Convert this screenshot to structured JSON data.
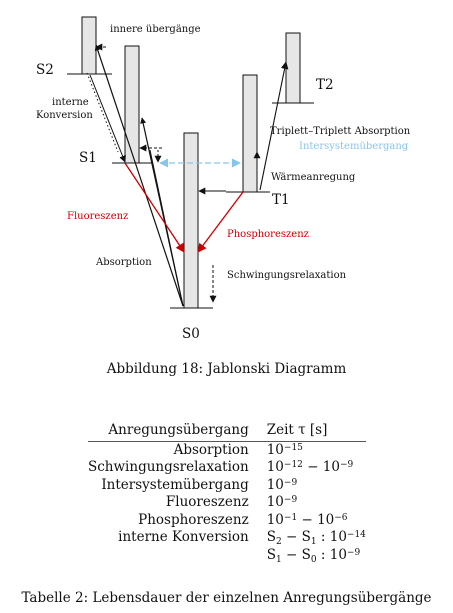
{
  "figure": {
    "caption": "Abbildung 18: Jablonski Diagramm",
    "states": {
      "s0": "S0",
      "s1": "S1",
      "s2": "S2",
      "t1": "T1",
      "t2": "T2"
    },
    "labels": {
      "innere": "innere übergänge",
      "interne_1": "interne",
      "interne_2": "Konversion",
      "triplett": "Triplett–Triplett Absorption",
      "intersystem": "Intersystemübergang",
      "waerme": "Wärmeanregung",
      "fluoreszenz": "Fluoreszenz",
      "phosphoreszenz": "Phosphoreszenz",
      "absorption": "Absorption",
      "schwingung": "Schwingungsrelaxation"
    },
    "colors": {
      "fluorescence": "#cc0000",
      "intersystem": "#87c6ec",
      "bar_fill": "#e6e6e6"
    }
  },
  "table": {
    "headers": [
      "Anregungsübergang",
      "Zeit τ [s]"
    ],
    "rows": [
      {
        "name": "Absorption",
        "time": [
          {
            "t": "10"
          },
          {
            "sup": "−15"
          }
        ]
      },
      {
        "name": "Schwingungsrelaxation",
        "time": [
          {
            "t": "10"
          },
          {
            "sup": "−12"
          },
          {
            "t": " − 10"
          },
          {
            "sup": "−9"
          }
        ]
      },
      {
        "name": "Intersystemübergang",
        "time": [
          {
            "t": "10"
          },
          {
            "sup": "−9"
          }
        ]
      },
      {
        "name": "Fluoreszenz",
        "time": [
          {
            "t": "10"
          },
          {
            "sup": "−9"
          }
        ]
      },
      {
        "name": "Phosphoreszenz",
        "time": [
          {
            "t": "10"
          },
          {
            "sup": "−1"
          },
          {
            "t": " − 10"
          },
          {
            "sup": "−6"
          }
        ]
      },
      {
        "name": "interne Konversion",
        "time": [
          {
            "t": "S"
          },
          {
            "sub": "2"
          },
          {
            "t": " − S"
          },
          {
            "sub": "1"
          },
          {
            "t": " :  10"
          },
          {
            "sup": "−14"
          }
        ]
      },
      {
        "name": "",
        "time": [
          {
            "t": "S"
          },
          {
            "sub": "1"
          },
          {
            "t": " − S"
          },
          {
            "sub": "0"
          },
          {
            "t": " :  10"
          },
          {
            "sup": "−9"
          }
        ]
      }
    ],
    "caption": "Tabelle 2: Lebensdauer der einzelnen Anregungsübergänge"
  }
}
